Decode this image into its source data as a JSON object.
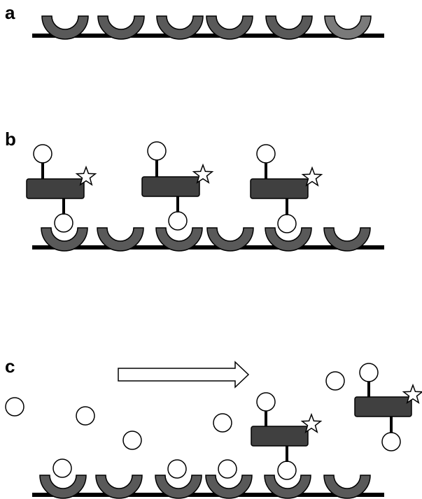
{
  "panels": [
    {
      "label": "a"
    },
    {
      "label": "b"
    },
    {
      "label": "c"
    }
  ],
  "colors": {
    "background": "#ffffff",
    "baseline": "#000000",
    "cup": "#595959",
    "cup_last_panel_a": "#7a7a7a",
    "block": "#404040",
    "ligand": "#ffffff",
    "outline": "#000000"
  },
  "icons": [
    "receptor-cup",
    "ligand-circle",
    "detector-molecule",
    "star-label",
    "flow-arrow"
  ]
}
